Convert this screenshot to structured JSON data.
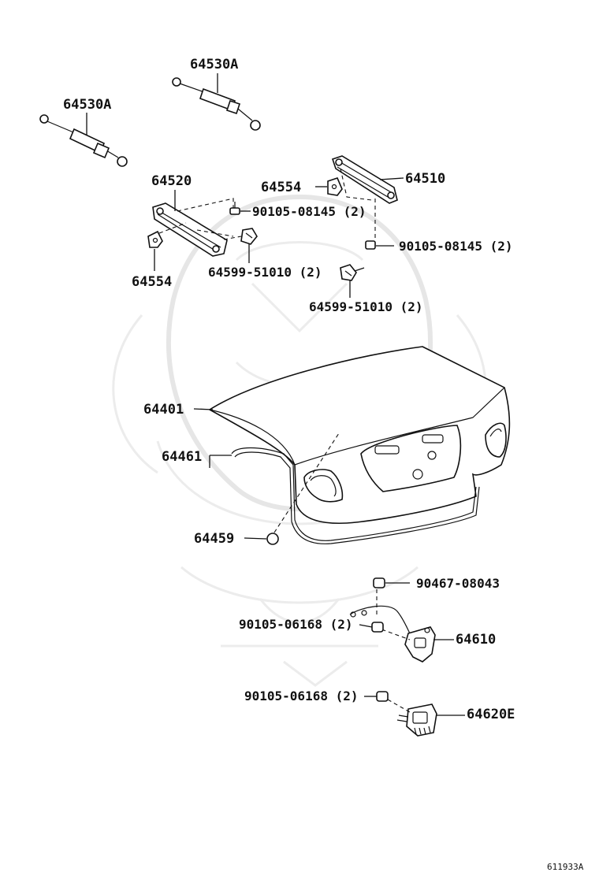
{
  "diagram": {
    "reference_code": "611933A",
    "parts": {
      "strut_a_top": "64530A",
      "strut_a_left": "64530A",
      "hinge_left": "64520",
      "hinge_right": "64510",
      "stopper_right": "64554",
      "stopper_left": "64554",
      "bolt_hinge_left": "90105-08145 (2)",
      "bolt_hinge_right": "90105-08145 (2)",
      "bracket_left": "64599-51010 (2)",
      "bracket_right": "64599-51010 (2)",
      "lid": "64401",
      "weatherstrip": "64461",
      "cushion": "64459",
      "clip": "90467-08043",
      "bolt_lock": "90105-06168 (2)",
      "lock": "64610",
      "bolt_striker": "90105-06168 (2)",
      "striker": "64620E"
    },
    "colors": {
      "line": "#111111",
      "watermark": "#e6e6e6",
      "background": "#ffffff"
    }
  }
}
